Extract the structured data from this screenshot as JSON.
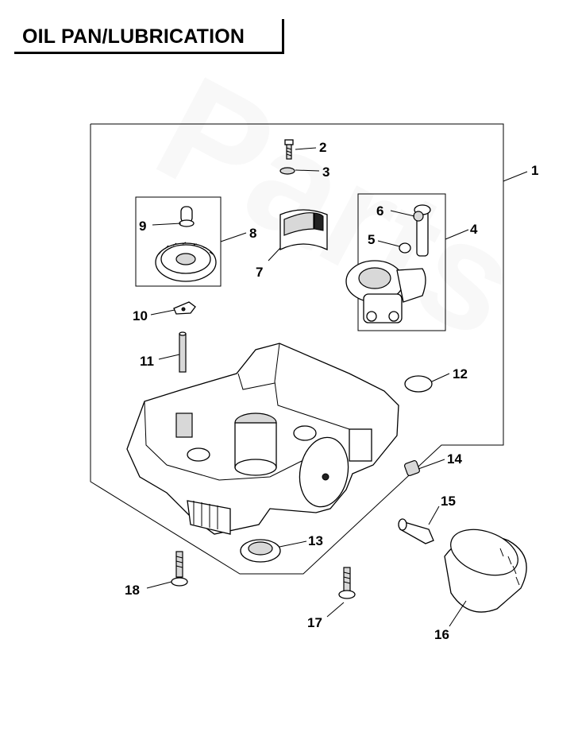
{
  "title": "OIL PAN/LUBRICATION",
  "callouts": {
    "c1": "1",
    "c2": "2",
    "c3": "3",
    "c4": "4",
    "c5": "5",
    "c6": "6",
    "c7": "7",
    "c8": "8",
    "c9": "9",
    "c10": "10",
    "c11": "11",
    "c12": "12",
    "c13": "13",
    "c14": "14",
    "c15": "15",
    "c16": "16",
    "c17": "17",
    "c18": "18"
  },
  "colors": {
    "ink": "#000000",
    "background": "#ffffff",
    "watermark": "#f2f2f2"
  }
}
